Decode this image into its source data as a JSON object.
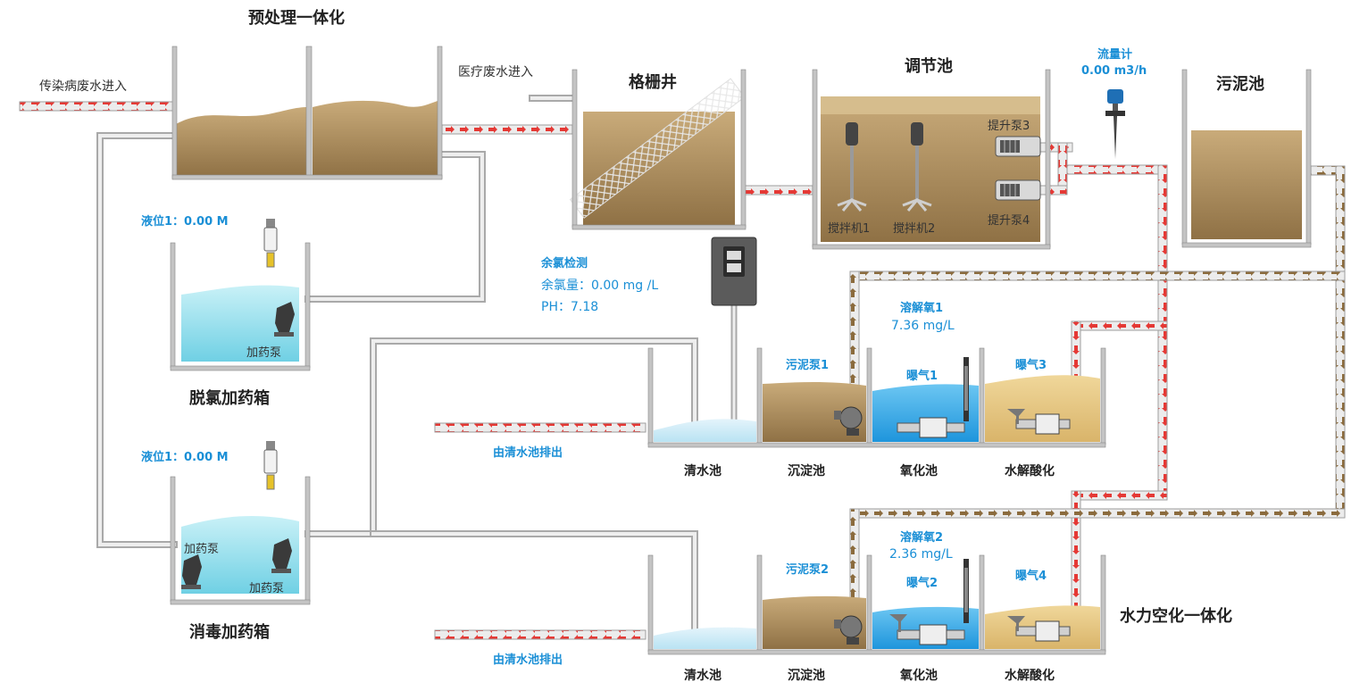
{
  "titles": {
    "pretreatment": "预处理一体化",
    "screen_well": "格栅井",
    "regulating_pool": "调节池",
    "sludge_pool": "污泥池",
    "dechlorination_box": "脱氯加药箱",
    "disinfection_box": "消毒加药箱",
    "hydro_integration": "水力空化一体化"
  },
  "inflows": {
    "infectious": "传染病废水进入",
    "medical": "医疗废水进入"
  },
  "flowmeter": {
    "label": "流量计",
    "value": "0.00  m3/h"
  },
  "level1": "液位1：0.00 M",
  "level2": "液位1：0.00 M",
  "chlorine": {
    "title": "余氯检测",
    "residual": "余氯量：0.00 mg /L",
    "ph": "PH：7.18"
  },
  "pumps": {
    "lift3": "提升泵3",
    "lift4": "提升泵4",
    "mixer1": "搅拌机1",
    "mixer2": "搅拌机2",
    "dose_pump_a": "加药泵",
    "dose_pump_b": "加药泵",
    "dose_pump_c": "加药泵",
    "sludge_pump1": "污泥泵1",
    "sludge_pump2": "污泥泵2"
  },
  "line1": {
    "do_title": "溶解氧1",
    "do_value": "7.36 mg/L",
    "aeration_a": "曝气1",
    "aeration_b": "曝气3",
    "discharge": "由清水池排出",
    "tanks": [
      "清水池",
      "沉淀池",
      "氧化池",
      "水解酸化"
    ]
  },
  "line2": {
    "do_title": "溶解氧2",
    "do_value": "2.36 mg/L",
    "aeration_a": "曝气2",
    "aeration_b": "曝气4",
    "discharge": "由清水池排出",
    "tanks": [
      "清水池",
      "沉淀池",
      "氧化池",
      "水解酸化"
    ]
  },
  "colors": {
    "sludge": "#b89a6a",
    "water": "#7fd6e8",
    "oxidation_water": "#29a6e8",
    "pipe_red": "#e53935",
    "pipe_brown": "#8b6b3d",
    "label_blue": "#1a8fd6"
  }
}
